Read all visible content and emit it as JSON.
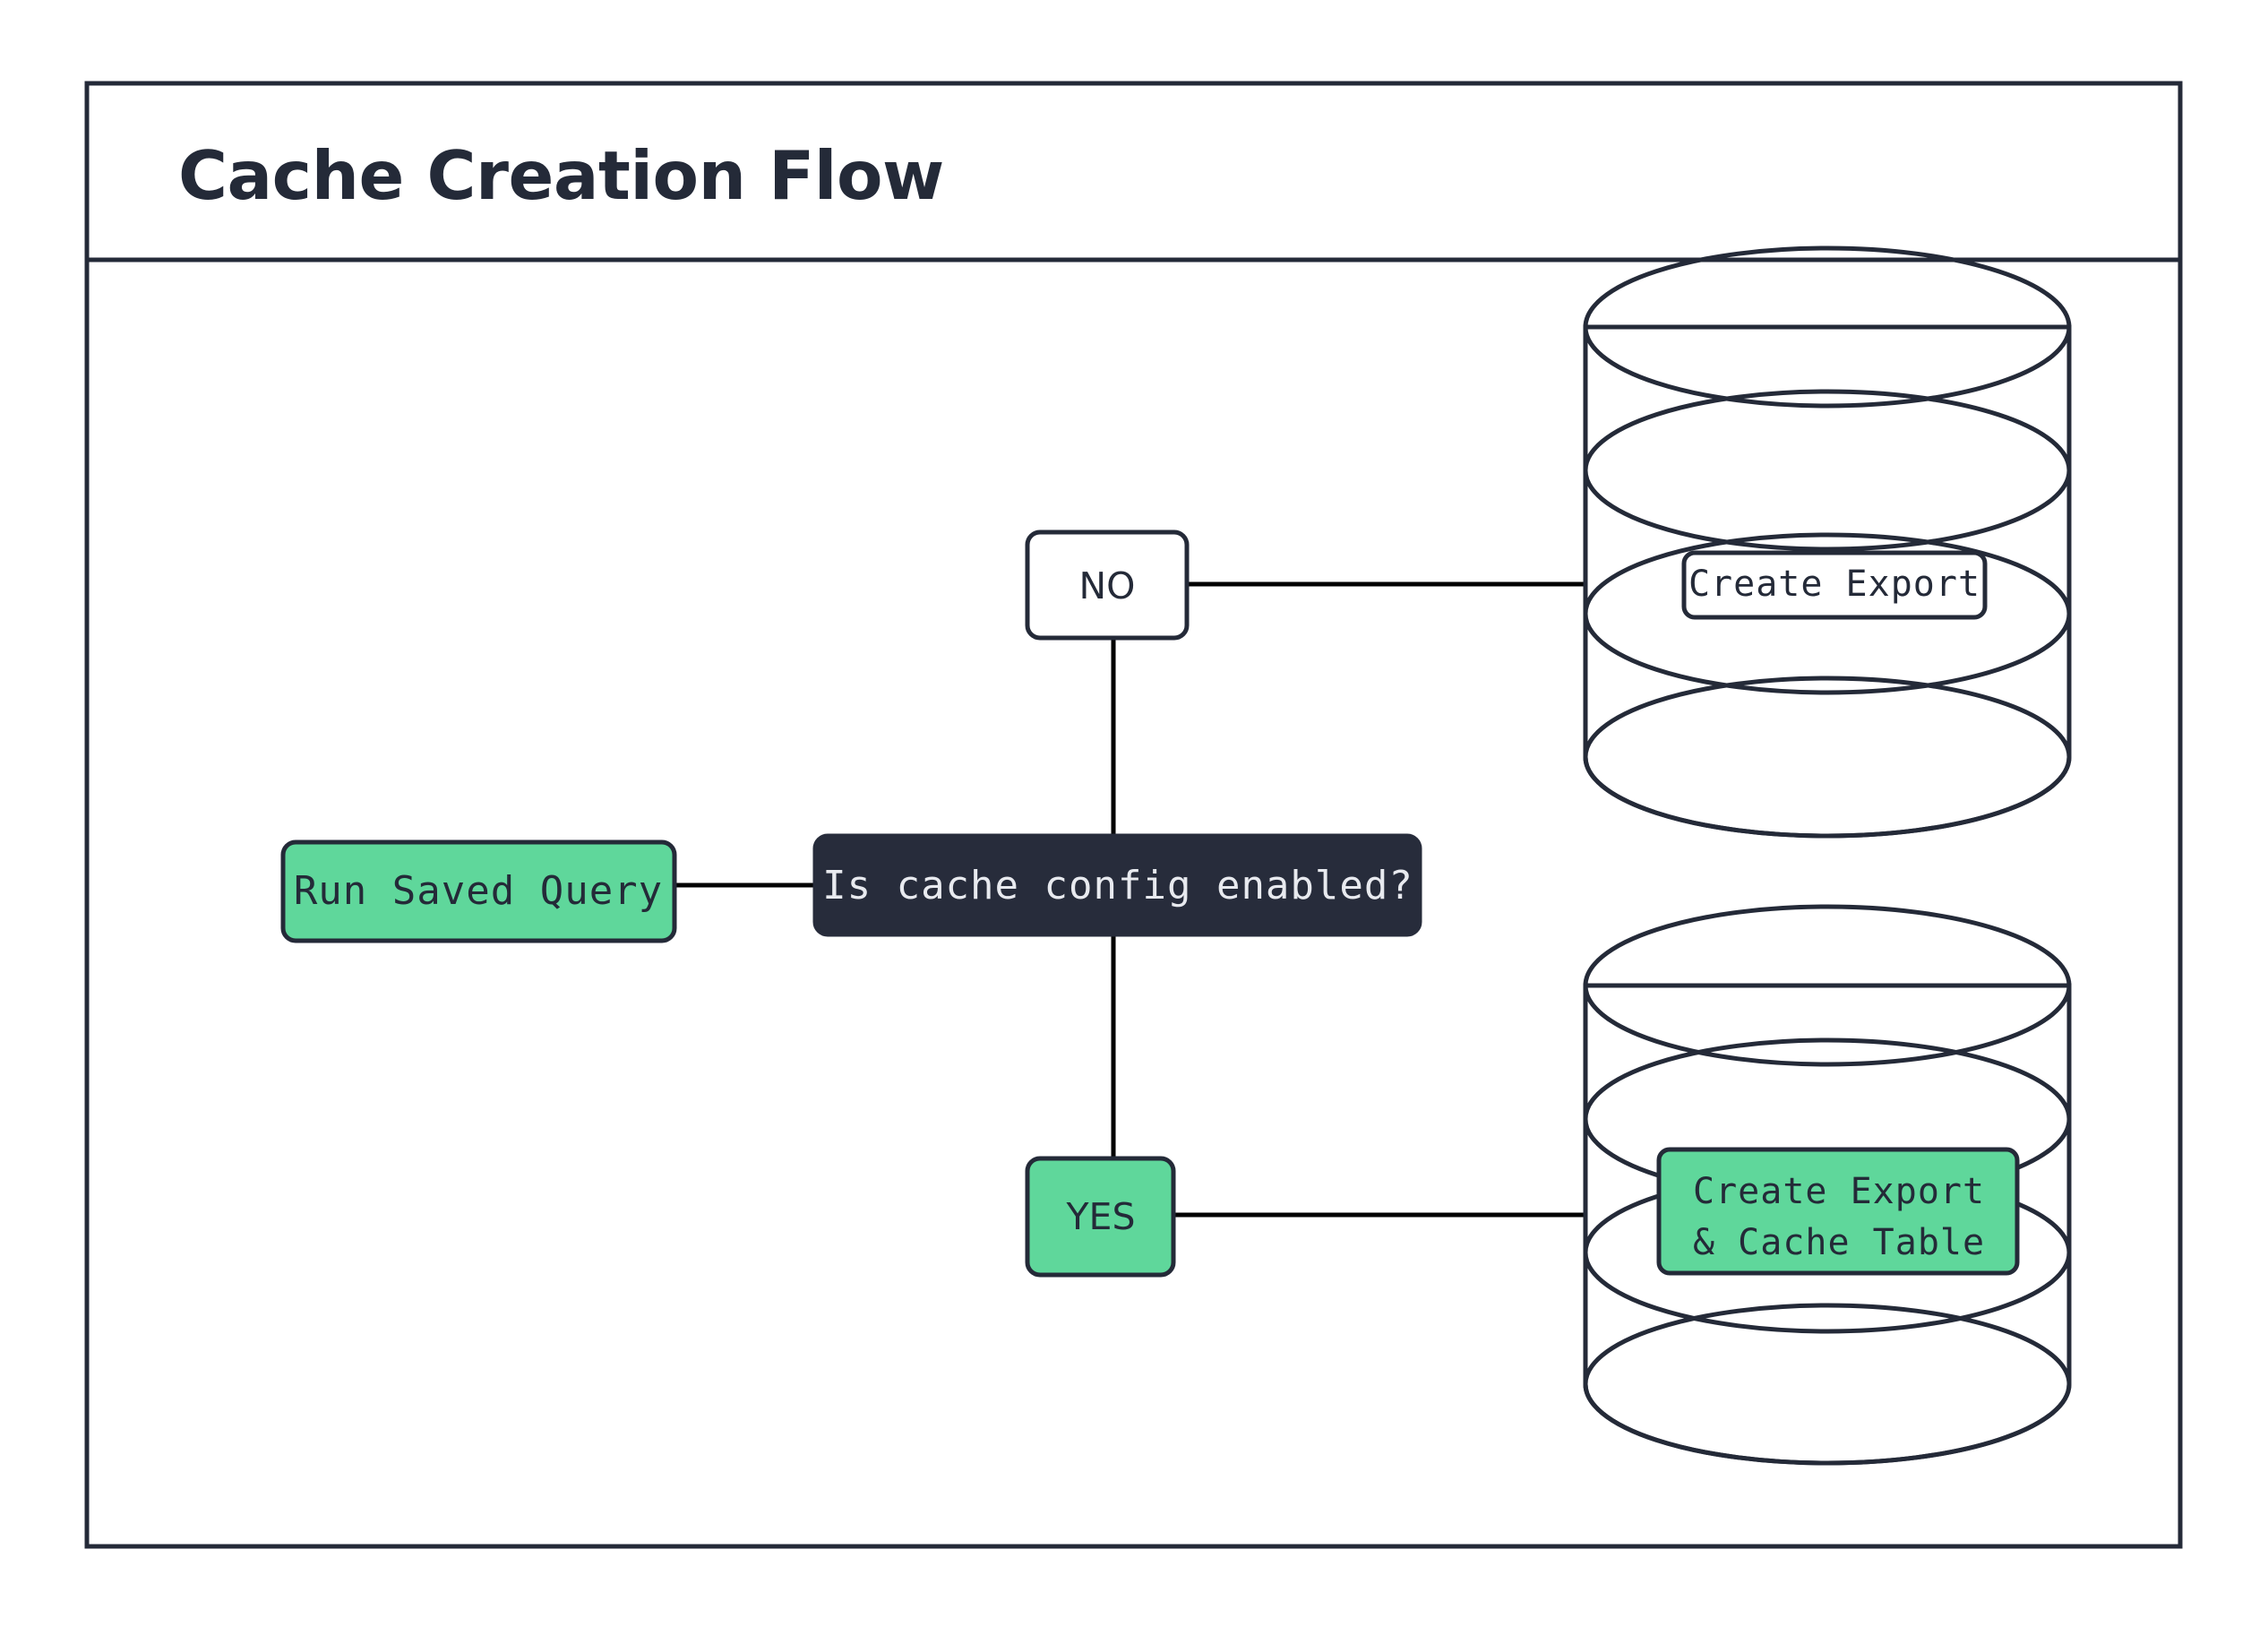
{
  "diagram": {
    "title": "Cache Creation Flow",
    "type": "flowchart",
    "nodes": [
      {
        "id": "run-saved-query",
        "label": "Run Saved Query",
        "shape": "rounded-rect",
        "fill": "#5fd79b",
        "text_color": "#242a38",
        "font": "mono"
      },
      {
        "id": "decision",
        "label": "Is cache config enabled?",
        "shape": "rounded-rect",
        "fill": "#272c3b",
        "text_color": "#e8eaef",
        "font": "mono"
      },
      {
        "id": "branch-no",
        "label": "NO",
        "shape": "rounded-rect",
        "fill": "#ffffff",
        "text_color": "#242a38",
        "font": "sans"
      },
      {
        "id": "branch-yes",
        "label": "YES",
        "shape": "rounded-rect",
        "fill": "#5fd79b",
        "text_color": "#242a38",
        "font": "sans"
      },
      {
        "id": "database-top",
        "label": "Create Export",
        "label_line_1": "Create Export",
        "label_line_2": "",
        "shape": "database-cylinder",
        "fill": "#ffffff",
        "text_color": "#242a38",
        "font": "mono"
      },
      {
        "id": "database-bottom",
        "label": "Create Export & Cache Table",
        "label_line_1": "Create Export",
        "label_line_2": "& Cache Table",
        "shape": "database-cylinder",
        "fill": "#5fd79b",
        "text_color": "#242a38",
        "font": "mono"
      }
    ],
    "edges": [
      {
        "from": "run-saved-query",
        "to": "decision",
        "label": ""
      },
      {
        "from": "decision",
        "to": "branch-no",
        "label": ""
      },
      {
        "from": "branch-no",
        "to": "database-top",
        "label": ""
      },
      {
        "from": "decision",
        "to": "branch-yes",
        "label": ""
      },
      {
        "from": "branch-yes",
        "to": "database-bottom",
        "label": ""
      }
    ],
    "colors": {
      "accent_green": "#5fd79b",
      "dark_navy": "#242a38",
      "decision_fill": "#272c3b",
      "edge": "#000000",
      "background": "#ffffff"
    }
  }
}
